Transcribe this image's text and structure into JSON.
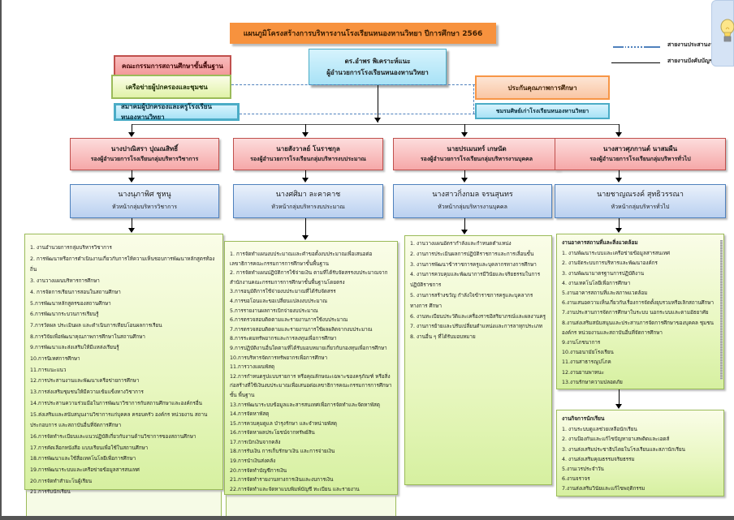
{
  "title": "แผนภูมิโครงสร้างการบริหารงานโรงเรียนหนองหานวิทยา ปีการศึกษา 2566",
  "left_boxes": {
    "board": "คณะกรรมการสถานศึกษาขั้นพื้นฐาน",
    "network": "เครือข่ายผู้ปกครองและชุมชน",
    "association": "สมาคมผู้ปกครองและครูโรงเรียนหนองหานวิทยา"
  },
  "director": {
    "name": "ดร.อำพร พิเคราะห์แนะ",
    "role": "ผู้อำนวยการโรงเรียนหนองหานวิทยา"
  },
  "right_boxes": {
    "quality": "ประกันคุณภาพการศึกษา",
    "alumni": "ชมรมศิษย์เก่าโรงเรียนหนองหานวิทยา"
  },
  "legend": {
    "coordination": "สายงานประสานงาน",
    "command": "สายงานบังคับบัญชา",
    "colors": {
      "coordination": "#4f81bd",
      "command": "#000000"
    }
  },
  "tip_icon": "lightbulb-icon",
  "groups": [
    {
      "deputy_name": "นางปาณิสรา ปุณณสิทธิ์",
      "deputy_role": "รองผู้อำนวยการโรงเรียนกลุ่มบริหารวิชาการ",
      "head_name": "นางนุภาพิศ ชูหนู",
      "head_role": "หัวหน้ากลุ่มบริหารวิชาการ",
      "tasks": [
        "1. งานอำนวยการกลุ่มบริหารวิชาการ",
        "2. การพัฒนาหรือการดำเนินงานเกี่ยวกับการให้ความเห็นชอบการพัฒนาหลักสูตรท้องถิ่น",
        "3. งานวางแผนบริหารการศึกษา",
        "4. การจัดการเรียนการสอนในสถานศึกษา",
        "5.การพัฒนาหลักสูตรของสถานศึกษา",
        "6.การพัฒนากระบวนการเรียนรู้",
        "7.การวัดผล ประเมินผล และดำเนินการเทียบโอนผลการเรียน",
        "8.การวิจัยเพื่อพัฒนาคุณภาพการศึกษาในสถานศึกษา",
        "9.การพัฒนาและส่งเสริมให้มีแหล่งเรียนรู้",
        "10.การนิเทศการศึกษา",
        "11.การแนะแนว",
        "12.การประสานงานและพัฒนาเครือข่ายการศึกษา",
        "13.การส่งเสริมชุมชนให้มีความเข้มแข็งทางวิชาการ",
        "14.การประสานความร่วมมือในการพัฒนาวิชาการกับสถานศึกษาและองค์กรอื่น",
        "15.ส่งเสริมและสนับสนุนงานวิชาการแก่บุคคล ครอบครัว องค์กร หน่วยงาน สถาน ประกอบการ และสถาบันอื่นที่จัดการศึกษา",
        "16.การจัดทำระเบียบและแนวปฏิบัติเกี่ยวกับงานด้านวิชาการของสถานศึกษา",
        "17.การคัดเลือกหนังสือ แบบเรียนเพื่อใช้ในสถานศึกษา",
        "18.การพัฒนาและใช้สื่อเทคโนโลยีเพื่อการศึกษา",
        "19.การพัฒนาระบบและเครือข่ายข้อมูลสารสนเทศ",
        "20.การจัดทำสำมะโนผู้เรียน",
        "21.การรับนักเรียน"
      ]
    },
    {
      "deputy_name": "นายสังวาลย์ โนราชกุล",
      "deputy_role": "รองผู้อำนวยการโรงเรียนกลุ่มบริหารงบประมาณ",
      "head_name": "นางศศิมา ละคาคาช",
      "head_role": "หัวหน้ากลุ่มบริหารงบประมาณ",
      "tasks": [
        "1. การจัดทำแผนงบประมาณและคำขอตั้งงบประมาณเพื่อเสนอต่อเลขาธิการคณะกรรมการการศึกษาขั้นพื้นฐาน",
        "2. การจัดทำแผนปฏิบัติการใช้จ่ายเงิน ตามที่ได้รับจัดสรรงบประมาณจากสำนักงานคณะกรรมการการศึกษาขั้นพื้นฐานโดยตรง",
        "3.การอนุมัติการใช้จ่ายงบประมาณที่ได้รับจัดสรร",
        "4.การขอโอนและขอเปลี่ยนแปลงงบประมาณ",
        "5.การรายงานผลการเบิกจ่ายงบประมาณ",
        "6.การตรวจสอบติดตามและรายงานการใช้งบประมาณ",
        "7.การตรวจสอบติดตามและรายงานการใช้ผลผลิตจากงบประมาณ",
        "8.การระดมทรัพยากรและการลงทุนเพื่อการศึกษา",
        "9.การปฏิบัติงานอื่นใดตามที่ได้รับมอบหมายเกี่ยวกับกองทุนเพื่อการศึกษา",
        "10.การบริหารจัดการทรัพยากรเพื่อการศึกษา",
        "11.การวางแผนพัสดุ",
        "12.การกำหนดรูปแบบรายการ หรือคุณลักษณะเฉพาะของครุภัณฑ์ หรือสิ่งก่อสร้างที่ใช้เงินงบประมาณเพื่อเสนอต่อเลขาธิการคณะกรรมการการศึกษาขั้น พื้นฐาน",
        "13.การพัฒนาระบบข้อมูลและสารสนเทศเพื่อการจัดทำและจัดหาพัสดุ",
        "14.การจัดหาพัสดุ",
        "15.การควบคุมดูแล บำรุงรักษา และจำหน่ายพัสดุ",
        "16.การจัดหาผลประโยชน์จากทรัพย์สิน",
        "17.การเบิกเงินจากคลัง",
        "18.การรับเงิน การเก็บรักษาเงิน และการจ่ายเงิน",
        "19.การนำเงินส่งคลัง",
        "20.การจัดทำบัญชีการเงิน",
        "21.การจัดทำรายงานทางการเงินและงบการเงิน",
        "22.การจัดทำและจัดหาแบบพิมพ์บัญชี ทะเบียน และรายงาน"
      ]
    },
    {
      "deputy_name": "นายปรเมนทร์ เกษนัด",
      "deputy_role": "รองผู้อำนวยการโรงเรียนกลุ่มบริหารงานบุคคล",
      "head_name": "นางสาวกิ่งกมล จรนสุนทร",
      "head_role": "หัวหน้ากลุ่มบริหารงานบุคคล",
      "tasks": [
        "1. งานวางแผนอัตรากำลังและกำหนดตำแหน่ง",
        "2. งานการประเมินผลการปฏิบัติราชการและการเลื่อนขั้น",
        "3. งานการพัฒนาข้าราชการครูและบุคลากรทางการศึกษา",
        "4. งานการควบคุมและพัฒนาการมีวินัยและจริยธรรมในการปฏิบัติราชการ",
        "5. งานการสร้างขวัญ กำลังใจข้าราชการครูและบุคลากรทางการ ศึกษา",
        "6. งานทะเบียนประวัติและเครื่องราชอิสริยาภรณ์และผลงานครู",
        "7. งานการย้ายและปรับเปลี่ยนตำแหน่งและการลาทุกประเภท",
        "8. งานอื่น ๆ ที่ได้รับมอบหมาย"
      ]
    },
    {
      "deputy_name": "นางสาวศุภกานต์ นาสมผืน",
      "deputy_role": "รองผู้อำนวยการโรงเรียนกลุ่มบริหารทั่วไป",
      "head_name": "นายชาญณรงค์ สุทธิวรรณา",
      "head_role": "หัวหน้ากลุ่มบริหารทั่วไป",
      "sections": [
        {
          "heading": "งานอาคารสถานที่และสิ่งแวดล้อม",
          "tasks": [
            "1. งานพัฒนาระบบและเครือข่ายข้อมูลสารสนเทศ",
            "2. งานจัดระบบการบริหารและพัฒนาองค์กร",
            "3. งานพัฒนามาตรฐานการปฏิบัติงาน",
            "4. งานเทคโนโลยีเพื่อการศึกษา",
            "5.งานอาคารสถานที่และสภาพแวดล้อม",
            "6.งานเสนอความเห็นเกี่ยวกับเรื่องการจัดตั้งยุบรวมหรือเลิกสถานศึกษา",
            "7.งานประสานการจัดการศึกษาในระบบ นอกระบบและตามอัธยาศัย",
            "8.งานส่งเสริมสนับสนุนและประสานการจัดการศึกษาของบุคคล ชุมชน องค์กร หน่วยงานและสถาบันอื่นที่จัดการศึกษา",
            "9.งานโภชนาการ",
            "10.งานอนามัยโรงเรียน",
            "11.งานสาธารณูปโภค",
            "12.งานยานพาหนะ",
            "13.งานรักษาความปลอดภัย"
          ]
        },
        {
          "heading": "งานกิจการนักเรียน",
          "tasks": [
            "1. งานระบบดูแลช่วยเหลือนักเรียน",
            "2. งานป้องกันและแก้ไขปัญหายาเสพติดและเอดส์",
            "3. งานส่งเสริมประชาธิปไตยในโรงเรียนและสภานักเรียน",
            "4. งานส่งเสริมคุณธรรมจริยธรรม",
            "5.งานเวรประจำวัน",
            "6.งานจราจร",
            "7.งานส่งเสริมวินัยและแก้ไขพฤติกรรม"
          ]
        }
      ]
    }
  ]
}
